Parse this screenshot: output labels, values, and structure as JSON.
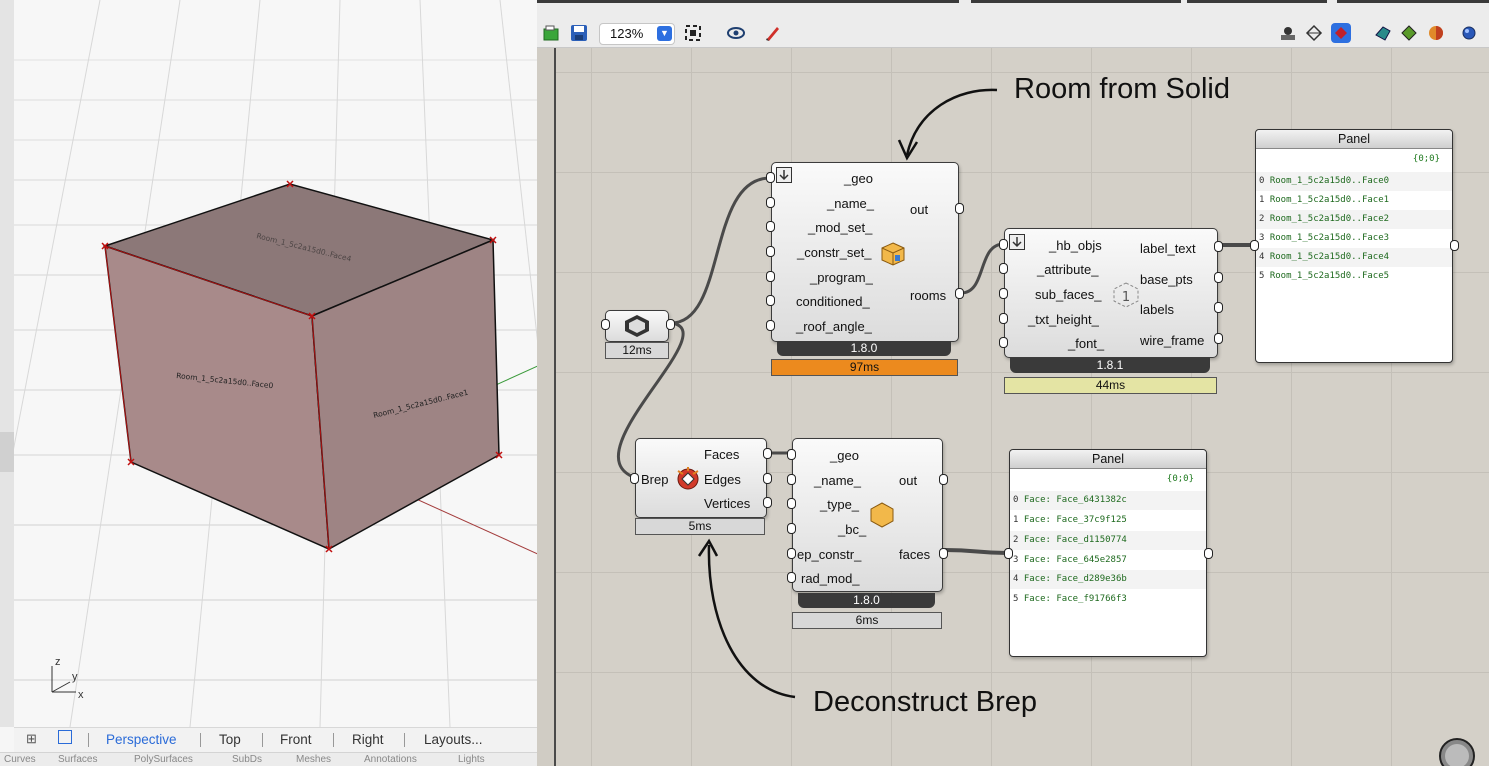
{
  "rhino": {
    "face_labels": [
      "Room_1_5c2a15d0..Face0",
      "Room_1_5c2a15d0..Face1",
      "Room_1_5c2a15d0..Face4"
    ],
    "axis": {
      "z": "z",
      "y": "y",
      "x": "x"
    },
    "viewport_tabs": [
      "Perspective",
      "Top",
      "Front",
      "Right",
      "Layouts..."
    ],
    "active_tab": "Perspective",
    "osnap_items": [
      "Curves",
      "Surfaces",
      "PolySurfaces",
      "SubDs",
      "Meshes",
      "Annotations",
      "Lights"
    ]
  },
  "gh": {
    "zoom": "123%",
    "components": {
      "geo_param": {
        "timing": "12ms"
      },
      "room_from_solid": {
        "inputs": [
          "_geo",
          "_name_",
          "_mod_set_",
          "_constr_set_",
          "_program_",
          "conditioned_",
          "_roof_angle_"
        ],
        "outputs": [
          "out",
          "rooms"
        ],
        "version": "1.8.0",
        "timing": "97ms"
      },
      "label_rooms": {
        "inputs": [
          "_hb_objs",
          "_attribute_",
          "sub_faces_",
          "_txt_height_",
          "_font_"
        ],
        "outputs": [
          "label_text",
          "base_pts",
          "labels",
          "wire_frame"
        ],
        "version": "1.8.1",
        "timing": "44ms"
      },
      "deconstruct_brep": {
        "input": "Brep",
        "outputs": [
          "Faces",
          "Edges",
          "Vertices"
        ],
        "timing": "5ms"
      },
      "face_component": {
        "inputs": [
          "_geo",
          "_name_",
          "_type_",
          "_bc_",
          "ep_constr_",
          "rad_mod_"
        ],
        "outputs": [
          "out",
          "faces"
        ],
        "version": "1.8.0",
        "timing": "6ms"
      }
    },
    "panel_top": {
      "title": "Panel",
      "path": "{0;0}",
      "rows": [
        "Room_1_5c2a15d0..Face0",
        "Room_1_5c2a15d0..Face1",
        "Room_1_5c2a15d0..Face2",
        "Room_1_5c2a15d0..Face3",
        "Room_1_5c2a15d0..Face4",
        "Room_1_5c2a15d0..Face5"
      ]
    },
    "panel_bottom": {
      "title": "Panel",
      "path": "{0;0}",
      "rows": [
        "Face: Face_6431382c",
        "Face: Face_37c9f125",
        "Face: Face_d1150774",
        "Face: Face_645e2857",
        "Face: Face_d289e36b",
        "Face: Face_f91766f3"
      ]
    },
    "callouts": {
      "room_from_solid": "Room from Solid",
      "deconstruct_brep": "Deconstruct Brep"
    }
  }
}
